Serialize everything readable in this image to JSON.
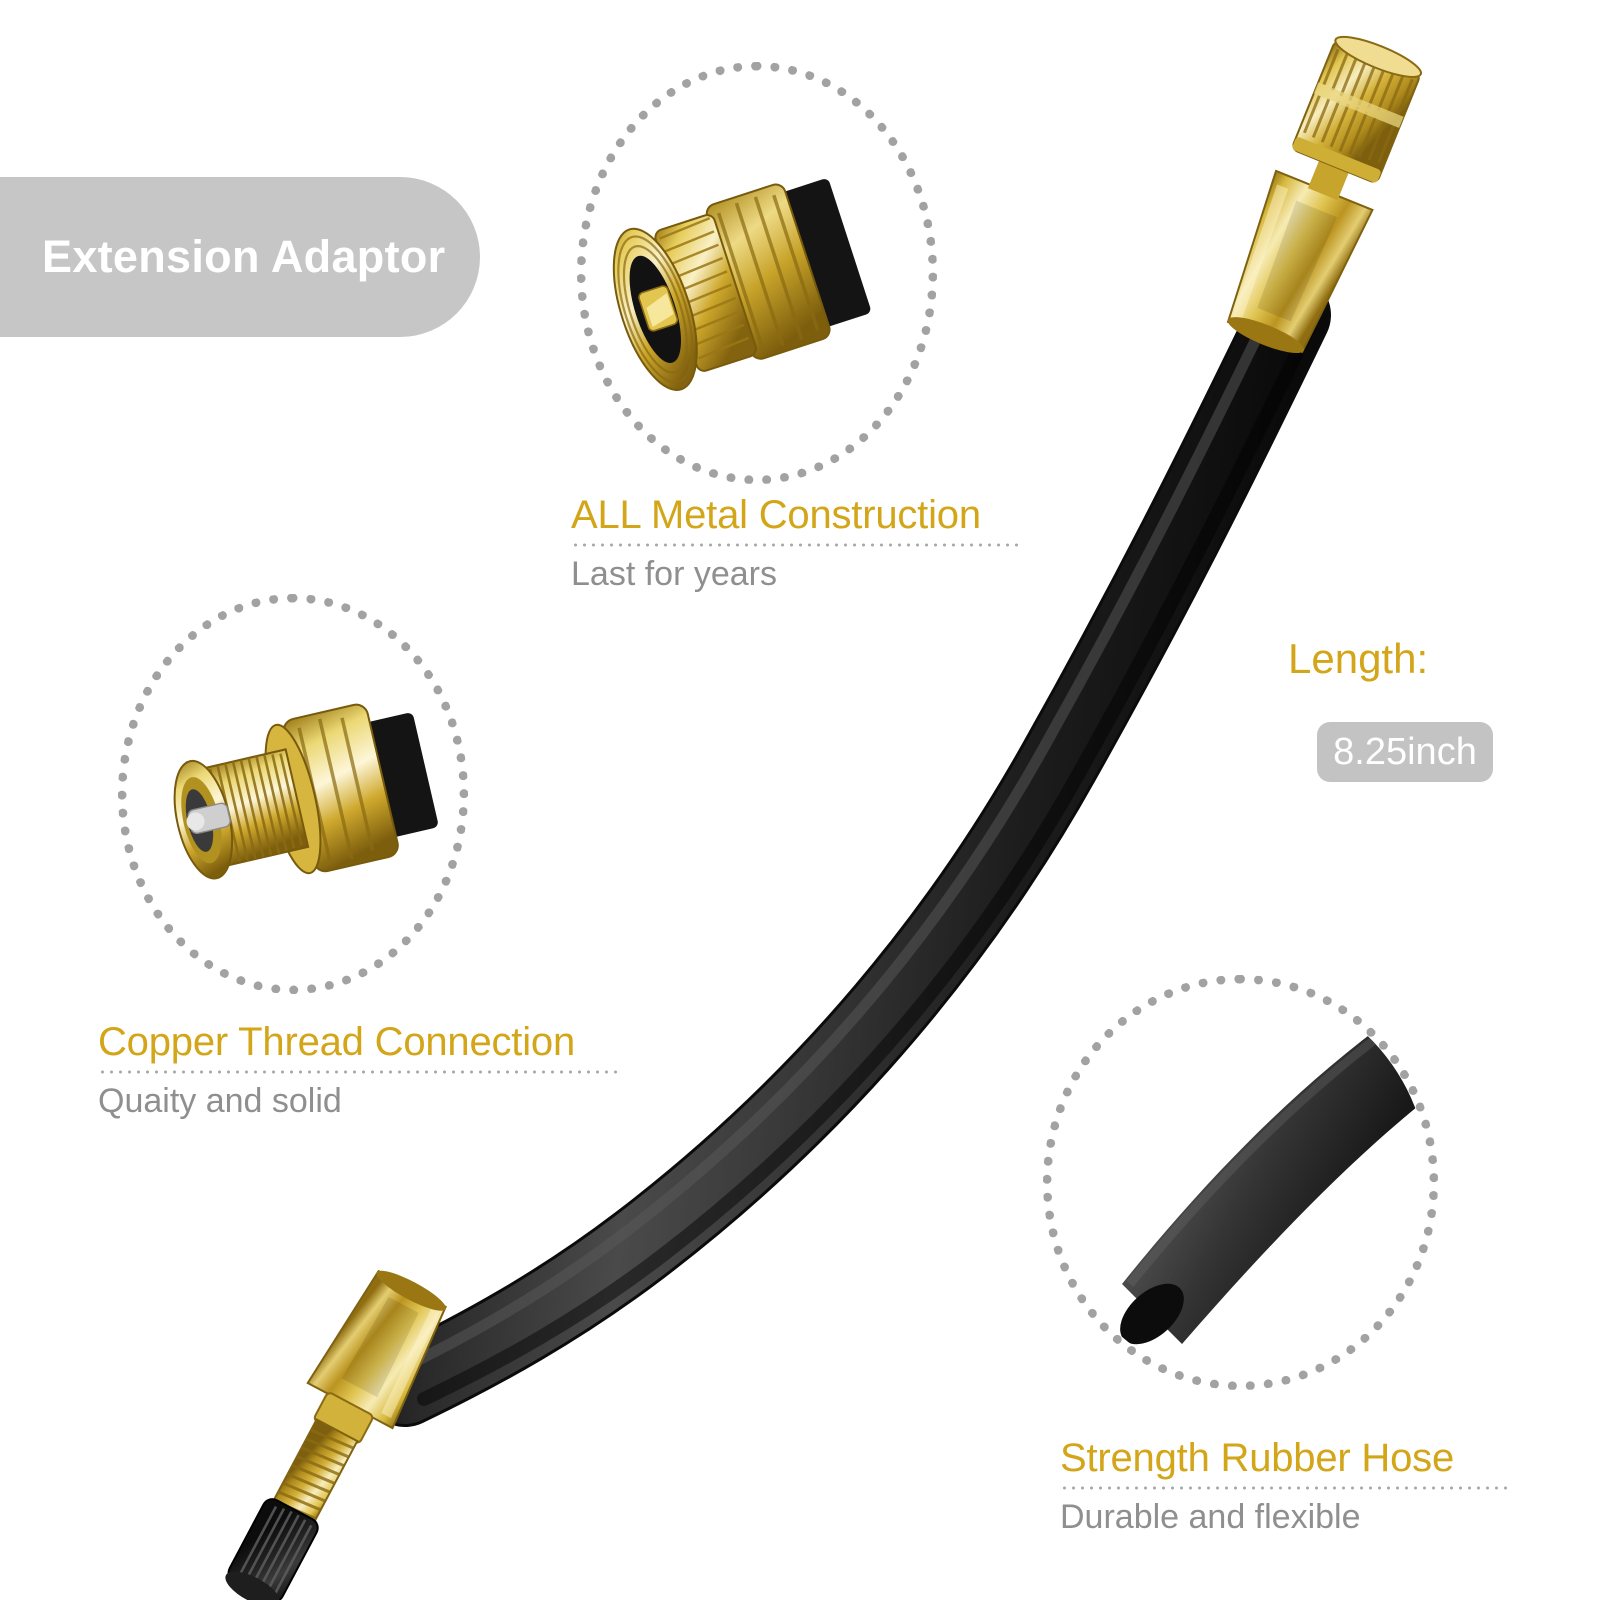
{
  "header": {
    "badge_label": "Extension Adaptor",
    "badge_bg": "#c6c6c6",
    "badge_text_color": "#ffffff"
  },
  "theme": {
    "background": "#ffffff",
    "accent_gold": "#d3a518",
    "subtitle_gray": "#8f8f8f",
    "dotted_gray": "#a2a2a2",
    "badge_gray": "#c3c3c3",
    "brass_light": "#f2e3a0",
    "brass_mid": "#c9a227",
    "brass_dark": "#8a6a14",
    "hose_black": "#1b1b1b"
  },
  "features": [
    {
      "id": "all-metal-construction",
      "title": "ALL Metal Construction",
      "subtitle": "Last for years",
      "callout_icon": "brass-valve-coupler-closeup"
    },
    {
      "id": "copper-thread-connection",
      "title": "Copper Thread Connection",
      "subtitle": "Quaity and solid",
      "callout_icon": "brass-threaded-valve-stem-closeup"
    },
    {
      "id": "strength-rubber-hose",
      "title": "Strength Rubber Hose",
      "subtitle": "Durable and flexible",
      "callout_icon": "black-rubber-hose-closeup"
    }
  ],
  "length": {
    "label": "Length:",
    "value": "8.25inch"
  },
  "product": {
    "name": "valve-extension-adaptor-hose",
    "parts": [
      "knurled-brass-chuck",
      "brass-ferrule-top",
      "black-rubber-hose",
      "brass-ferrule-bottom",
      "brass-threaded-stem",
      "black-valve-cap"
    ]
  }
}
